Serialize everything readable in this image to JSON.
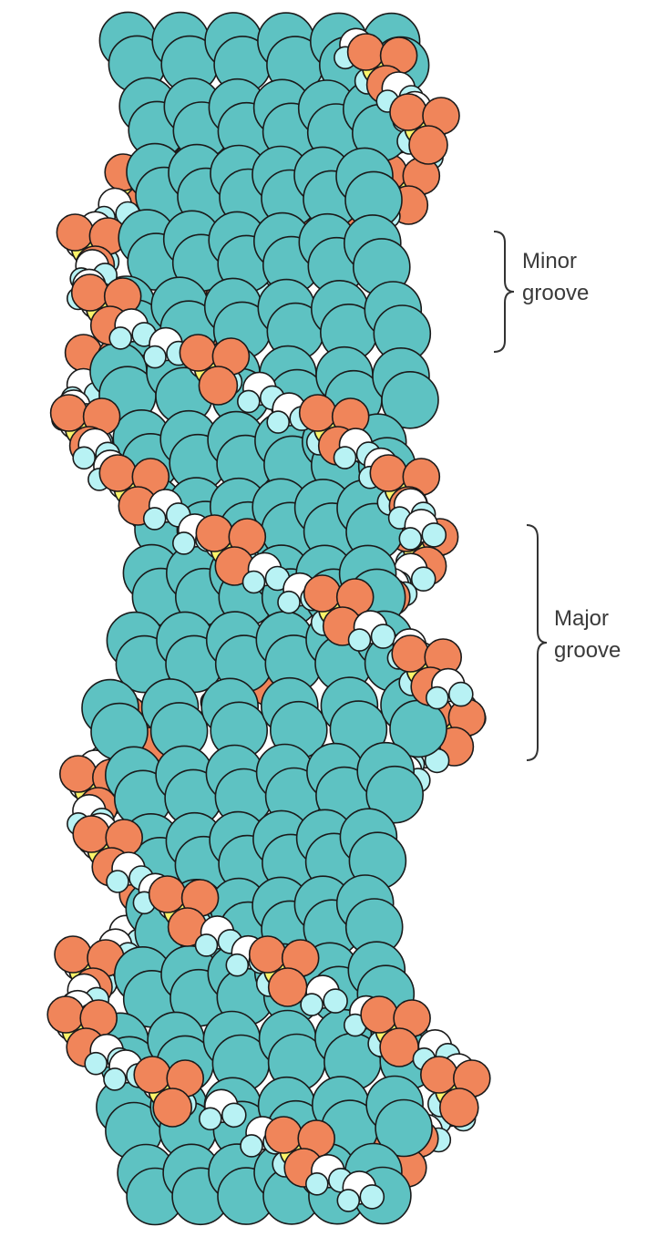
{
  "labels": {
    "minor_groove": {
      "line1": "Minor",
      "line2": "groove"
    },
    "major_groove": {
      "line1": "Major",
      "line2": "groove"
    }
  },
  "colors": {
    "base": "#5ec2c2",
    "base_stroke": "#1a1a1a",
    "oxygen": "#f0855a",
    "phosphorus": "#fbf46a",
    "hydrogen": "#b8f2f4",
    "carbon": "#ffffff",
    "bracket": "#333333"
  },
  "icons": {
    "model": "dna-space-filling-model",
    "bracket": "curly-brace-icon"
  }
}
